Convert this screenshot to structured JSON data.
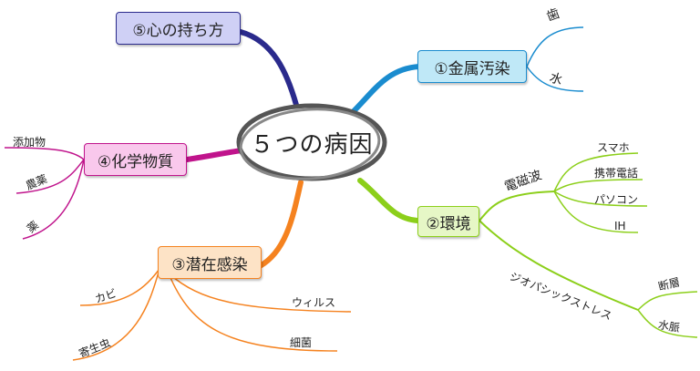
{
  "center": {
    "label": "５つの病因"
  },
  "branches": {
    "kinzoku": {
      "label": "①金属汚染",
      "color": "#1a8ccf",
      "fill": "#bfe8f7",
      "leaves": [
        "歯",
        "水"
      ]
    },
    "kankyo": {
      "label": "②環境",
      "color": "#8ccf1a",
      "fill": "#e6f7c6",
      "subs": {
        "denji": {
          "label": "電磁波",
          "leaves": [
            "スマホ",
            "携帯電話",
            "パソコン",
            "IH"
          ]
        },
        "geo": {
          "label": "ジオパシックストレス",
          "leaves": [
            "断層",
            "水脈"
          ]
        }
      }
    },
    "senzai": {
      "label": "③潜在感染",
      "color": "#f5821f",
      "fill": "#fde3c6",
      "leaves": [
        "カビ",
        "寄生虫",
        "ウィルス",
        "細菌"
      ]
    },
    "kagaku": {
      "label": "④化学物質",
      "color": "#c0148c",
      "fill": "#f9c8ec",
      "leaves": [
        "添加物",
        "農薬",
        "薬"
      ]
    },
    "kokoro": {
      "label": "⑤心の持ち方",
      "color": "#2a2a8c",
      "fill": "#cfd0f5"
    }
  }
}
